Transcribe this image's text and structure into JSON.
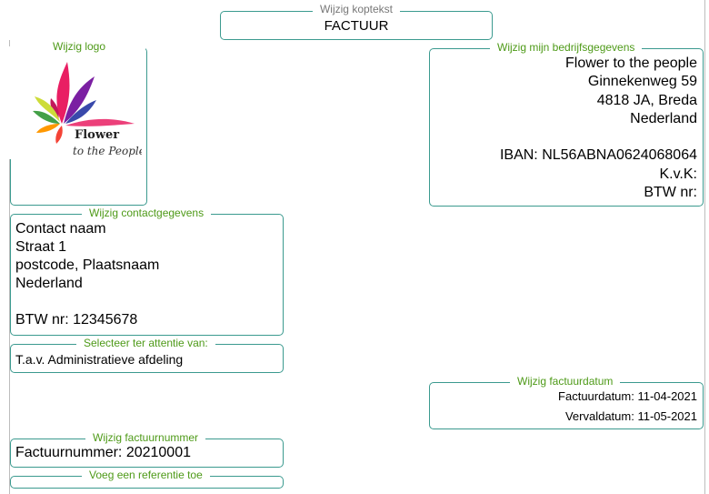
{
  "header": {
    "legend": "Wijzig koptekst",
    "title": "FACTUUR"
  },
  "logo": {
    "legend": "Wijzig logo",
    "brand_line1": "Flower",
    "brand_line2": "to the People",
    "petal_colors": [
      "#e91e63",
      "#9c27b0",
      "#3f51b5",
      "#4caf50",
      "#ff9800",
      "#f44336",
      "#cddc39",
      "#ec407a"
    ]
  },
  "company": {
    "legend": "Wijzig mijn bedrijfsgegevens",
    "name": "Flower to the people",
    "street": "Ginnekenweg 59",
    "postal_city": "4818 JA, Breda",
    "country": "Nederland",
    "iban": "IBAN: NL56ABNA0624068064",
    "kvk": "K.v.K:",
    "btw": "BTW nr:"
  },
  "contact": {
    "legend": "Wijzig contactgegevens",
    "name": "Contact naam",
    "street": "Straat 1",
    "postal_city": "postcode, Plaatsnaam",
    "country": "Nederland",
    "btw": "BTW nr: 12345678"
  },
  "attention": {
    "legend": "Selecteer ter attentie van:",
    "value": "T.a.v. Administratieve afdeling"
  },
  "invoice_date": {
    "legend": "Wijzig factuurdatum",
    "date_line": "Factuurdatum: 11-04-2021",
    "due_line": "Vervaldatum: 11-05-2021"
  },
  "invoice_number": {
    "legend": "Wijzig factuurnummer",
    "value": "Factuurnummer: 20210001"
  },
  "reference": {
    "legend": "Voeg een referentie toe"
  }
}
